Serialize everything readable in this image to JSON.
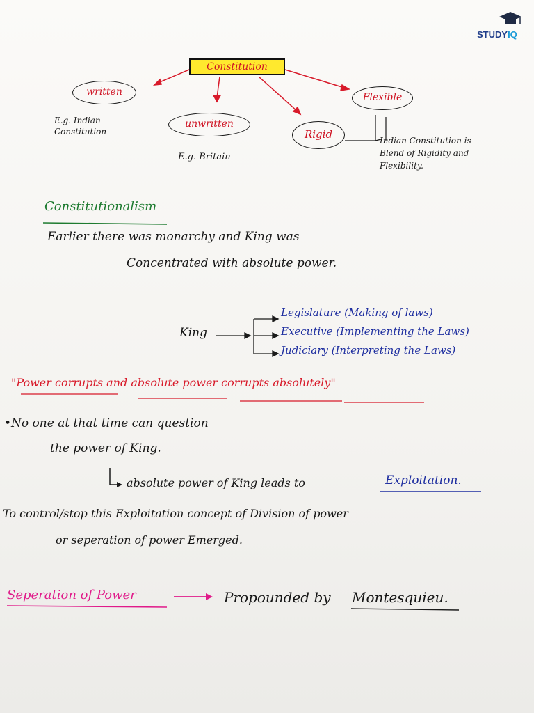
{
  "logo": {
    "word": "STUDY",
    "suffix": "IQ"
  },
  "diagram": {
    "root": "Constitution",
    "written": "written",
    "written_example": "E.g. Indian\nConstitution",
    "unwritten": "unwritten",
    "unwritten_example": "E.g. Britain",
    "rigid": "Rigid",
    "flexible": "Flexible",
    "blend_note": "Indian Constitution is\nBlend of Rigidity and\nFlexibility."
  },
  "heading_constitutionalism": "Constitutionalism",
  "para_monarchy": {
    "line1": "Earlier there was monarchy and King was",
    "line2": "Concentrated with absolute power."
  },
  "king_branches": {
    "king": "King",
    "legislature": "Legislature (Making of laws)",
    "executive": "Executive (Implementing the Laws)",
    "judiciary": "Judiciary (Interpreting the Laws)"
  },
  "quote": "\"Power corrupts and absolute power corrupts absolutely\"",
  "bullet": {
    "line1": "•No one at that time can question",
    "line2": "the power of King.",
    "line3": "absolute power of King leads to",
    "line3_emph": "Exploitation."
  },
  "control": {
    "line1": "To control/stop this Exploitation concept of Division of power",
    "line2": "or seperation of power Emerged."
  },
  "separation": {
    "label": "Seperation of Power",
    "text": "Propounded by",
    "person": "Montesquieu."
  },
  "colors": {
    "red_ink": "#d81a2a",
    "blue_ink": "#1f2fa0",
    "green_ink": "#1e7b30",
    "pink_ink": "#e01a8a",
    "highlight": "#ffe92e"
  }
}
